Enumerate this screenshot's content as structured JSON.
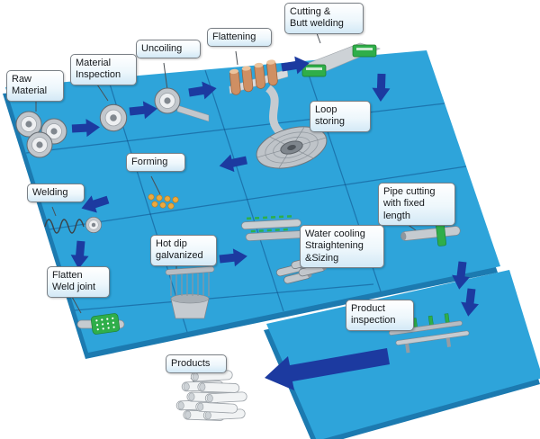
{
  "diagram": {
    "steps": {
      "raw_material": {
        "label": "Raw\nMaterial"
      },
      "material_inspection": {
        "label": "Material\nInspection"
      },
      "uncoiling": {
        "label": "Uncoiling"
      },
      "flattening": {
        "label": "Flattening"
      },
      "cutting_butt_welding": {
        "label": "Cutting &\nButt welding"
      },
      "loop_storing": {
        "label": "Loop\nstoring"
      },
      "forming": {
        "label": "Forming"
      },
      "welding": {
        "label": "Welding"
      },
      "pipe_cutting": {
        "label": "Pipe cutting\nwith fixed\nlength"
      },
      "hot_dip_galvanized": {
        "label": "Hot dip\ngalvanized"
      },
      "water_cooling": {
        "label": "Water cooling\nStraightening\n&Sizing"
      },
      "flatten_weld_joint": {
        "label": "Flatten\nWeld joint"
      },
      "product_inspection": {
        "label": "Product\ninspection"
      },
      "products": {
        "label": "Products"
      }
    },
    "flow_sequence": [
      "raw_material",
      "material_inspection",
      "uncoiling",
      "flattening",
      "cutting_butt_welding",
      "loop_storing",
      "forming",
      "welding",
      "flatten_weld_joint",
      "hot_dip_galvanized",
      "water_cooling",
      "pipe_cutting",
      "product_inspection",
      "products"
    ],
    "illustrations": [
      "raw-material-coils-icon",
      "inspection-coil-icon",
      "uncoiling-coil-icon",
      "flattening-rollers-icon",
      "cutting-machine-icon",
      "loop-storing-coil-icon",
      "forming-rollers-icon",
      "welding-wire-icon",
      "flatten-weld-joint-icon",
      "hot-dip-galvanizing-icon",
      "straightening-rollers-icon",
      "sized-pipes-icon",
      "pipe-cutting-icon",
      "product-inspection-rack-icon",
      "products-pile-icon"
    ]
  },
  "colors": {
    "board-blue": "#2ea4da",
    "board-edge": "#1c7ab0",
    "arrow-navy": "#1c3aa0",
    "machine-green": "#2fae4a",
    "roller-copper": "#cf8f63",
    "steel-gray": "#c6cbd0"
  }
}
